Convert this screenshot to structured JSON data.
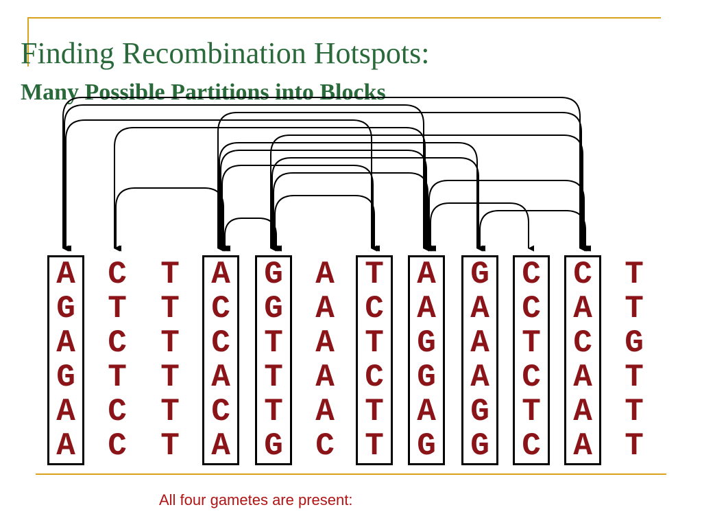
{
  "slide": {
    "title": "Finding Recombination Hotspots:",
    "subtitle": "Many Possible Partitions into Blocks",
    "caption": "All four gametes are present:"
  },
  "colors": {
    "title": "#2a6a3a",
    "bases": "#8b1418",
    "caption": "#b01414",
    "decoration": "#d8a31a"
  },
  "columns": [
    {
      "bases": [
        "A",
        "G",
        "A",
        "G",
        "A",
        "A"
      ],
      "boxed": true
    },
    {
      "bases": [
        "C",
        "T",
        "C",
        "T",
        "C",
        "C"
      ],
      "boxed": false
    },
    {
      "bases": [
        "T",
        "T",
        "T",
        "T",
        "T",
        "T"
      ],
      "boxed": false
    },
    {
      "bases": [
        "A",
        "C",
        "C",
        "A",
        "C",
        "A"
      ],
      "boxed": true
    },
    {
      "bases": [
        "G",
        "G",
        "T",
        "T",
        "T",
        "G"
      ],
      "boxed": true
    },
    {
      "bases": [
        "A",
        "A",
        "A",
        "A",
        "A",
        "C"
      ],
      "boxed": false
    },
    {
      "bases": [
        "T",
        "C",
        "T",
        "C",
        "T",
        "T"
      ],
      "boxed": true
    },
    {
      "bases": [
        "A",
        "A",
        "G",
        "G",
        "A",
        "G"
      ],
      "boxed": true
    },
    {
      "bases": [
        "G",
        "A",
        "A",
        "A",
        "G",
        "G"
      ],
      "boxed": true
    },
    {
      "bases": [
        "C",
        "C",
        "T",
        "C",
        "T",
        "C"
      ],
      "boxed": true
    },
    {
      "bases": [
        "C",
        "A",
        "C",
        "A",
        "A",
        "A"
      ],
      "boxed": true
    },
    {
      "bases": [
        "T",
        "T",
        "G",
        "T",
        "T",
        "T"
      ],
      "boxed": false
    }
  ],
  "arcs": [
    [
      0,
      10
    ],
    [
      0,
      6
    ],
    [
      0,
      7
    ],
    [
      1,
      3
    ],
    [
      1,
      7
    ],
    [
      3,
      10
    ],
    [
      3,
      7
    ],
    [
      3,
      6
    ],
    [
      3,
      4
    ],
    [
      3,
      8
    ],
    [
      4,
      10
    ],
    [
      4,
      6
    ],
    [
      4,
      7
    ],
    [
      4,
      8
    ],
    [
      7,
      10
    ],
    [
      7,
      9
    ],
    [
      8,
      10
    ]
  ]
}
